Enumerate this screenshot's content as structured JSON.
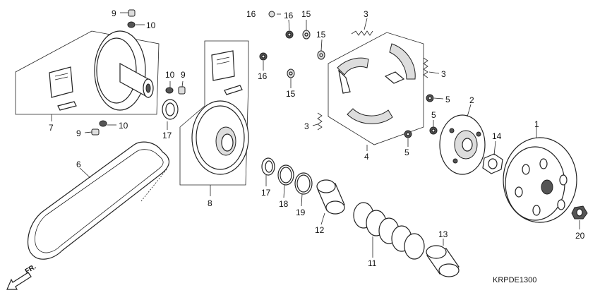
{
  "diagram_code": "KRPDE1300",
  "direction_label": "FR.",
  "labels": {
    "p1": "1",
    "p2": "2",
    "p3a": "3",
    "p3b": "3",
    "p3c": "3",
    "p4": "4",
    "p5a": "5",
    "p5b": "5",
    "p5c": "5",
    "p6": "6",
    "p7": "7",
    "p8": "8",
    "p9a": "9",
    "p9b": "9",
    "p9c": "9",
    "p10a": "10",
    "p10b": "10",
    "p10c": "10",
    "p11": "11",
    "p12": "12",
    "p13": "13",
    "p14": "14",
    "p15a": "15",
    "p15b": "15",
    "p15c": "15",
    "p16a": "16",
    "p16b": "16",
    "p16c": "16",
    "p17a": "17",
    "p17b": "17",
    "p18": "18",
    "p19": "19",
    "p20": "20"
  }
}
